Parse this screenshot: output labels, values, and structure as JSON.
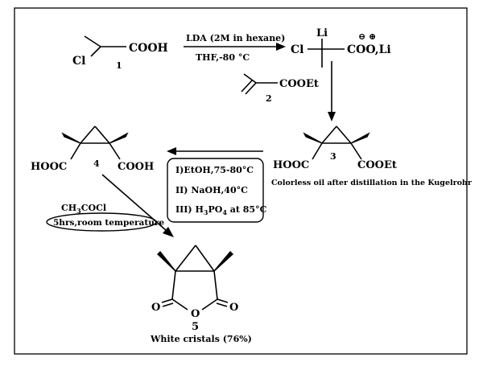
{
  "compound1": {
    "cl": "Cl",
    "acid": "COOH",
    "number": "1"
  },
  "step1": {
    "reagent": "LDA (2M in hexane)",
    "conditions": "THF,-80 °C"
  },
  "intermediate": {
    "li": "Li",
    "cl": "Cl",
    "charges": "⊖ ⊕",
    "carboxylate": "COO,Li"
  },
  "compound2": {
    "ester": "COOEt",
    "number": "2"
  },
  "compound3": {
    "acid": "HOOC",
    "ester": "COOEt",
    "number": "3",
    "note": "Colorless oil after distillation  in the Kugelrohr"
  },
  "step3": {
    "line1": "I)EtOH,75-80°C",
    "line2": "II) NaOH,40°C",
    "line3_pre": "III) H",
    "line3_sub": "3",
    "line3_mid": "PO",
    "line3_sub2": "4",
    "line3_post": " at 85°C"
  },
  "compound4": {
    "acid_left": "HOOC",
    "acid_right": "COOH",
    "number": "4"
  },
  "step4": {
    "reagent_pre": "CH",
    "reagent_sub": "3",
    "reagent_post": "COCl",
    "conditions": "5hrs,room temperature"
  },
  "compound5": {
    "o_left": "O",
    "o_ring": "O",
    "o_right": "O",
    "number": "5",
    "note": "White cristals (76%)"
  }
}
